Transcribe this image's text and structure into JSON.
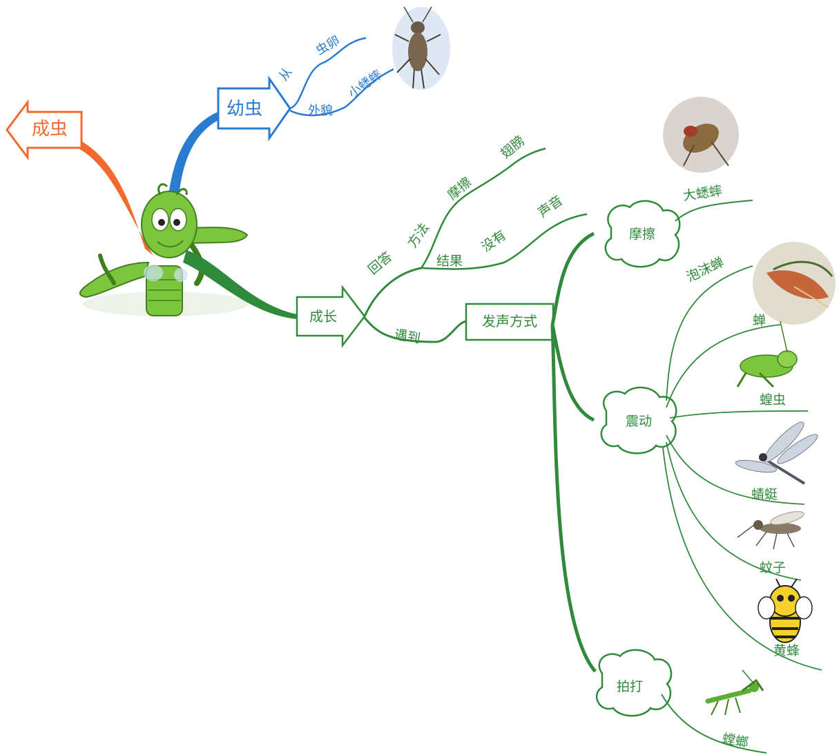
{
  "colors": {
    "orange": "#f26a2d",
    "blue": "#2b7bd0",
    "green": "#2f8a3b",
    "insect_green": "#6cbf3a"
  },
  "labels": {
    "adult": "成虫",
    "larva": "幼虫",
    "from": "从",
    "egg": "虫卵",
    "appearance": "外貌",
    "small_cricket": "小蟋蟀",
    "growth": "成长",
    "answer": "回答",
    "method": "方法",
    "friction": "摩擦",
    "wings": "翅膀",
    "result": "结果",
    "none": "没有",
    "sound": "声音",
    "meet": "遇到",
    "sound_method": "发声方式",
    "rubbing": "摩擦",
    "big_cricket": "大蟋蟀",
    "vibration": "震动",
    "froghopper": "泡沫蝉",
    "cicada": "蝉",
    "locust": "蝗虫",
    "dragonfly": "蜻蜓",
    "mosquito": "蚊子",
    "wasp": "黄蜂",
    "tapping": "拍打",
    "mantis": "螳螂"
  },
  "icons": [
    "cricket-mascot",
    "small-cricket-photo",
    "big-cricket-photo",
    "froghopper-photo",
    "locust-icon",
    "dragonfly-icon",
    "mosquito-icon",
    "wasp-icon",
    "mantis-icon"
  ]
}
